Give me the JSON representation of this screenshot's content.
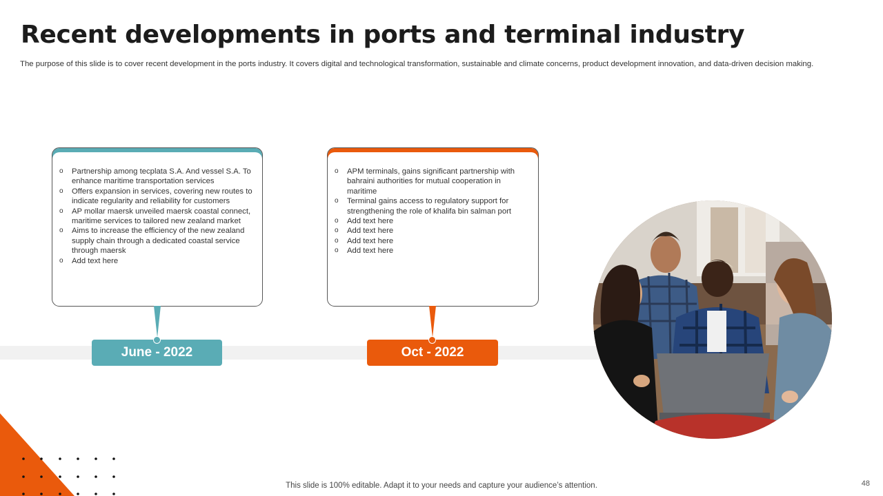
{
  "slide": {
    "title": "Recent developments in ports and terminal industry",
    "subtitle": "The purpose of this slide is to cover recent development in the ports industry. It covers digital and technological transformation, sustainable and climate concerns, product development innovation, and data-driven decision making.",
    "footer": "This slide is 100% editable. Adapt it to your needs and capture your audience’s attention.",
    "page_number": "48"
  },
  "timeline": [
    {
      "date": "June - 2022",
      "color": "#5aacb5",
      "bullets": [
        "Partnership among tecplata S.A. And vessel S.A. To enhance maritime transportation services",
        "Offers expansion in services, covering new routes to indicate regularity and reliability for customers",
        "AP mollar maersk unveiled  maersk coastal connect, maritime services to tailored new zealand market",
        "Aims to increase the efficiency of the new zealand supply chain through a dedicated coastal service through maersk",
        "Add text here"
      ]
    },
    {
      "date": "Oct - 2022",
      "color": "#ea5a0c",
      "bullets": [
        "APM terminals, gains significant partnership with bahraini authorities for mutual cooperation in maritime",
        "Terminal gains access to regulatory support for strengthening the role of khalifa bin salman port",
        "Add text here",
        "Add text here",
        "Add text here",
        "Add text here"
      ]
    }
  ],
  "colors": {
    "teal": "#5aacb5",
    "orange": "#ea5a0c"
  }
}
